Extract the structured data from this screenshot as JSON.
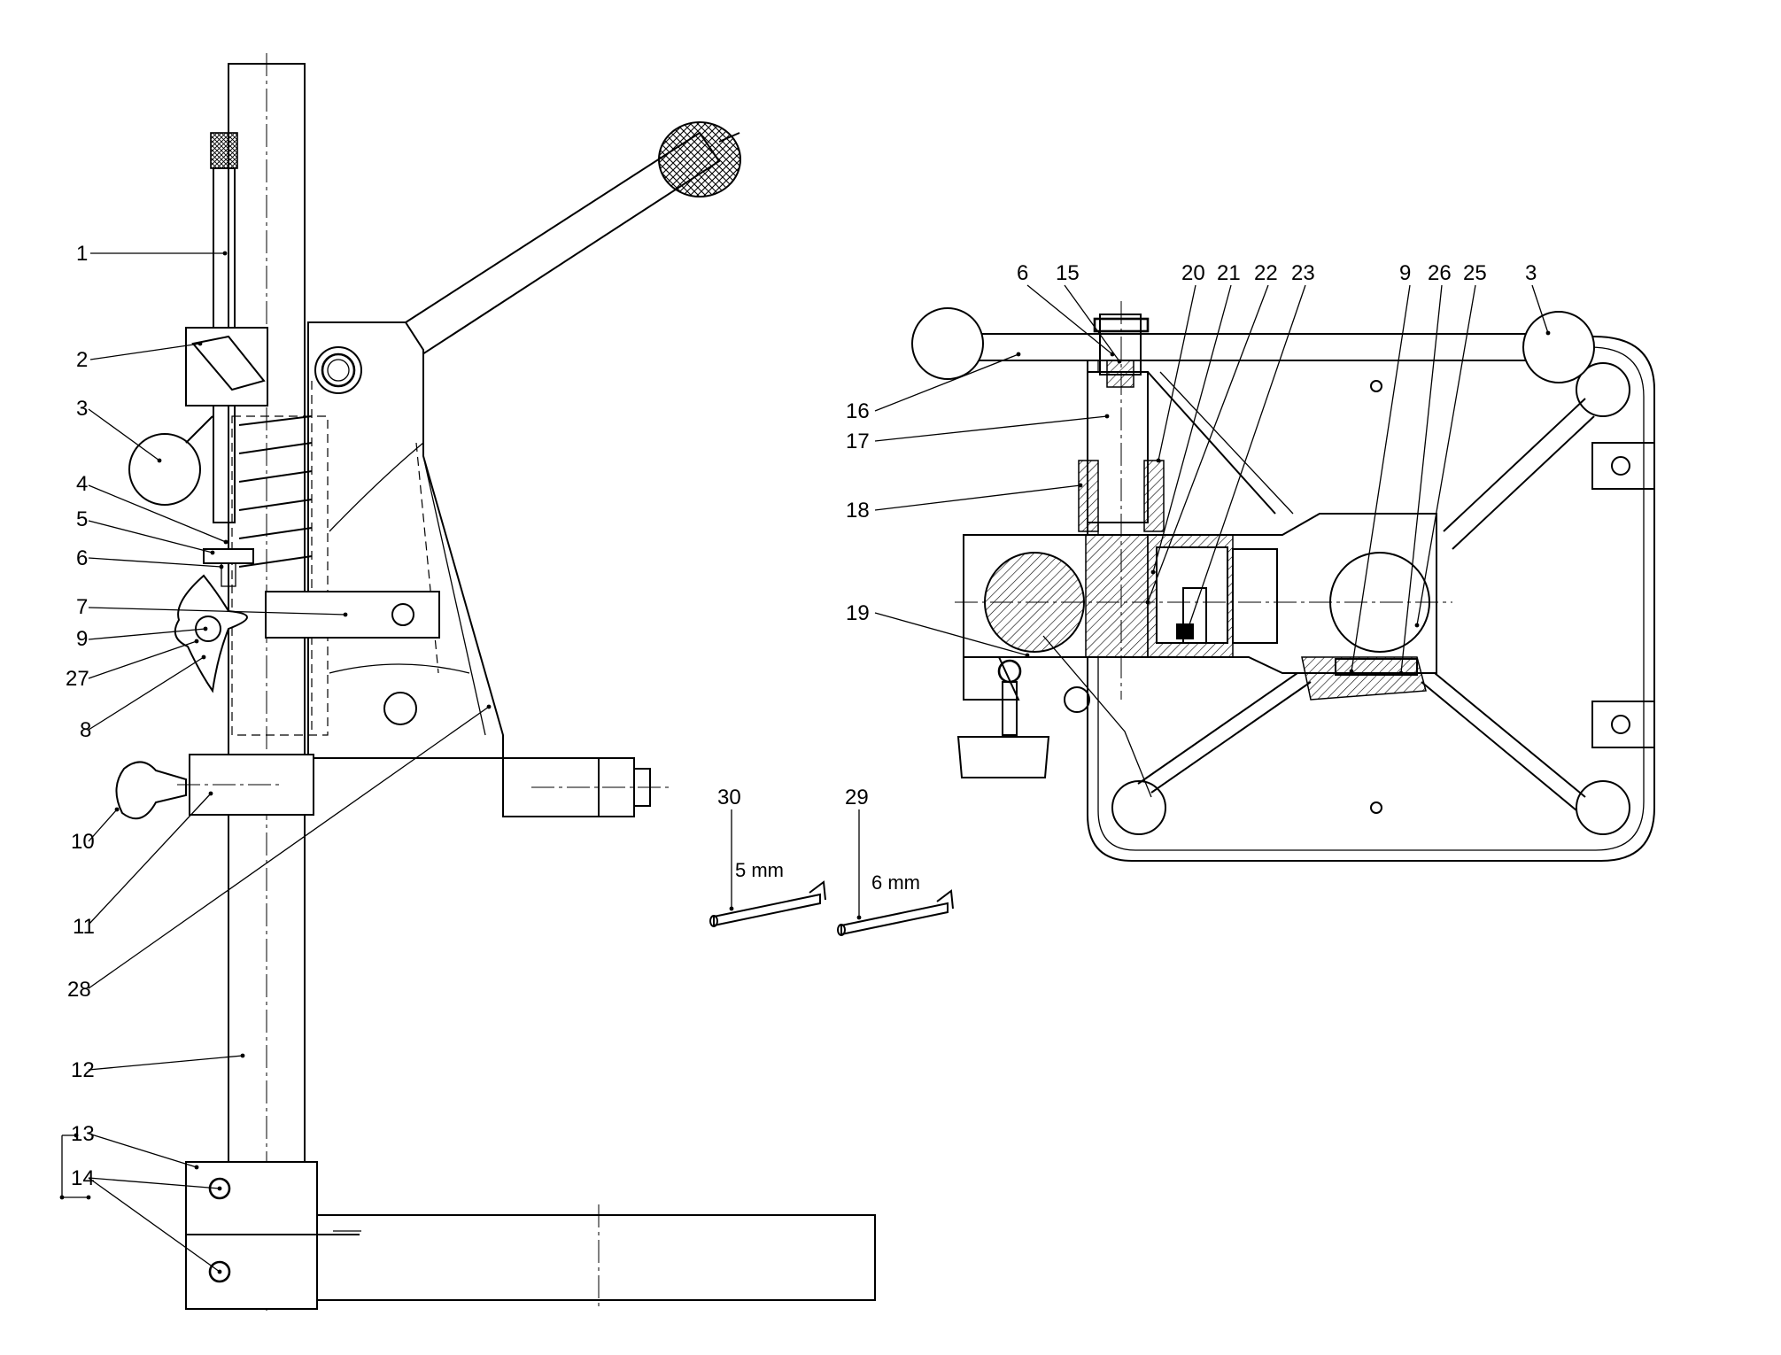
{
  "callouts_side_view": [
    "1",
    "2",
    "3",
    "4",
    "5",
    "6",
    "7",
    "9",
    "27",
    "8",
    "10",
    "11",
    "28",
    "12",
    "13",
    "14"
  ],
  "callouts_top_view": [
    "6",
    "15",
    "20",
    "21",
    "22",
    "23",
    "9",
    "26",
    "25",
    "3",
    "16",
    "17",
    "18",
    "19"
  ],
  "tools": [
    {
      "callout": "30",
      "size": "5 mm"
    },
    {
      "callout": "29",
      "size": "6 mm"
    }
  ]
}
